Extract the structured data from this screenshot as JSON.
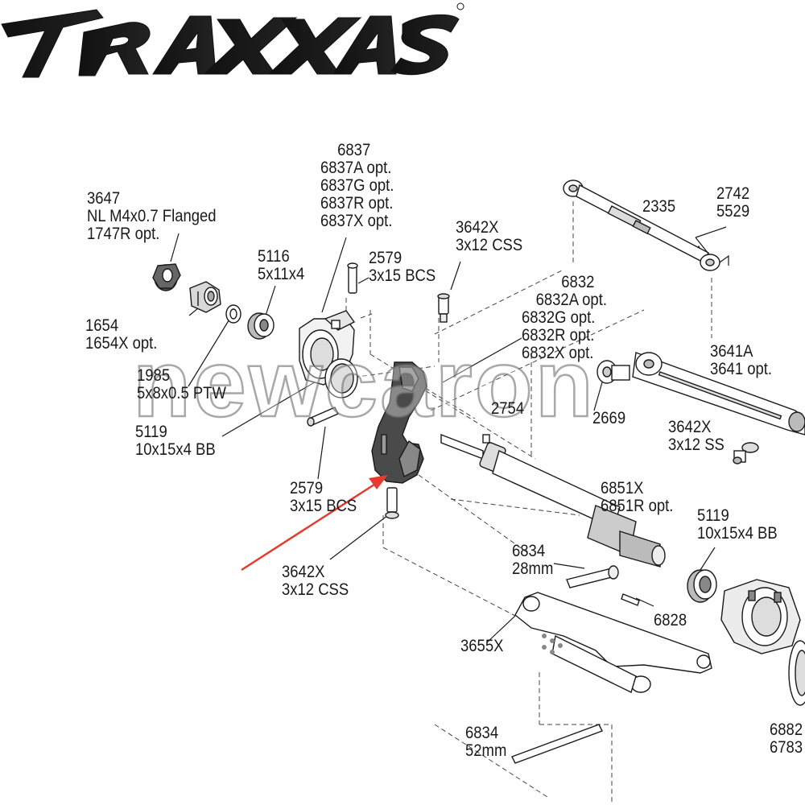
{
  "brand": {
    "name": "TRAXXAS",
    "color": "#111111"
  },
  "watermark": "newcaron",
  "pointer_arrow": {
    "color": "#e53b2f"
  },
  "labels": {
    "p3647": [
      "3647",
      "NL M4x0.7 Flanged",
      "1747R opt."
    ],
    "p6837": [
      "6837",
      "6837A opt.",
      "6837G opt.",
      "6837R opt.",
      "6837X opt."
    ],
    "p2335": [
      "2335"
    ],
    "p2742": [
      "2742",
      "5529"
    ],
    "p5116": [
      "5116",
      "5x11x4"
    ],
    "p2579a": [
      "2579",
      "3x15 BCS"
    ],
    "p3642a": [
      "3642X",
      "3x12 CSS"
    ],
    "p6832": [
      "6832",
      "6832A opt.",
      "6832G opt.",
      "6832R opt.",
      "6832X opt."
    ],
    "p1654": [
      "1654",
      "1654X opt."
    ],
    "p3641": [
      "3641A",
      "3641 opt."
    ],
    "p1985": [
      "1985",
      "5x8x0.5 PTW"
    ],
    "p2754": [
      "2754"
    ],
    "p2669": [
      "2669"
    ],
    "p5119a": [
      "5119",
      "10x15x4 BB"
    ],
    "p3642b": [
      "3642X",
      "3x12 SS"
    ],
    "p2579b": [
      "2579",
      "3x15 BCS"
    ],
    "p6851": [
      "6851X",
      "6851R opt."
    ],
    "p5119b": [
      "5119",
      "10x15x4 BB"
    ],
    "p6834a": [
      "6834",
      "28mm"
    ],
    "p3642c": [
      "3642X",
      "3x12 CSS"
    ],
    "p6828": [
      "6828"
    ],
    "p3655": [
      "3655X"
    ],
    "p6834b": [
      "6834",
      "52mm"
    ],
    "p6882": [
      "6882",
      "6783"
    ]
  }
}
